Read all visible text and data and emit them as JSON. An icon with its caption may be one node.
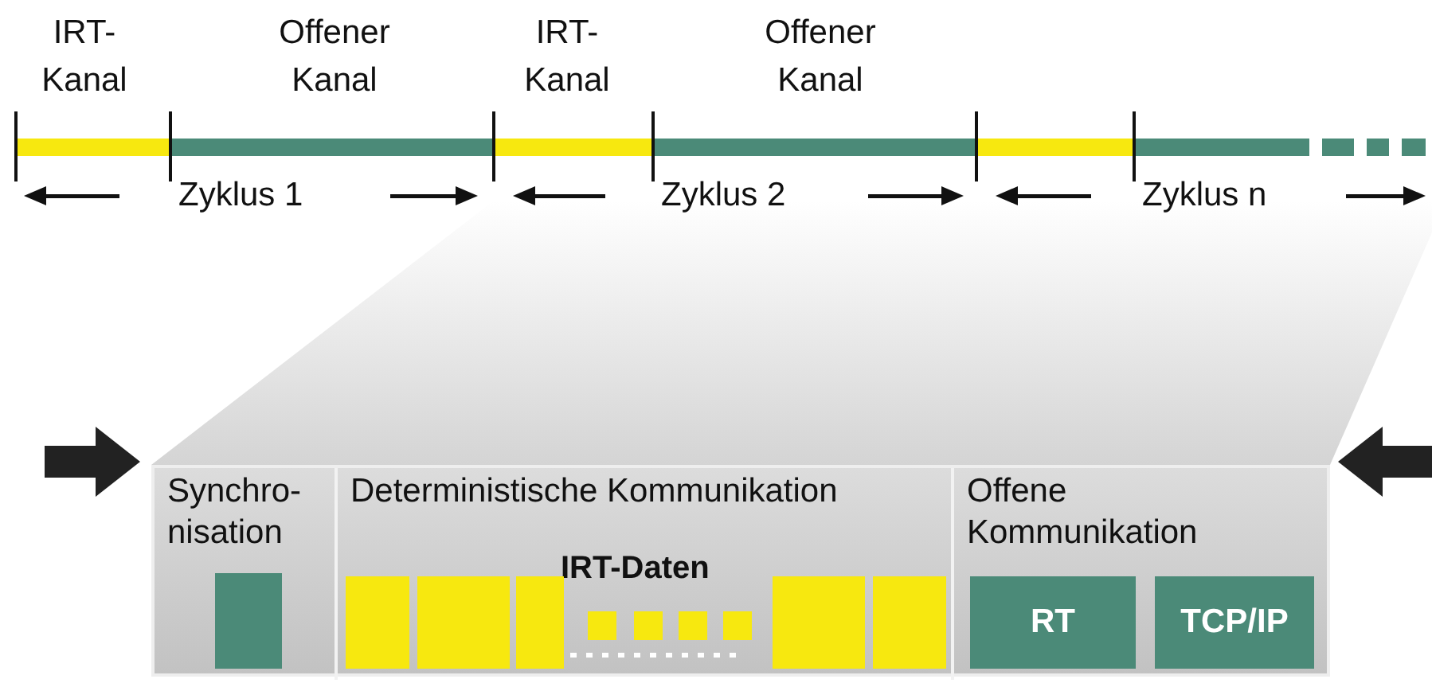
{
  "diagram": {
    "nodes": [
      {
        "text": [],
        "shape": "box"
      },
      {
        "text": [
          "Synchro-nisation"
        ],
        "in": 0
      },
      {
        "text": [],
        "shape": "box",
        "in": 1
      },
      {
        "text": [
          "Deterministische Kommunikation",
          "IRT-Daten"
        ],
        "in": 0
      },
      {
        "text": [],
        "shape": "box",
        "in": 3
      },
      {
        "text": [],
        "shape": "box",
        "in": 3
      },
      {
        "text": [],
        "shape": "box",
        "in": 3
      },
      {
        "text": [],
        "shape": "box",
        "in": 3
      },
      {
        "text": [],
        "shape": "box",
        "in": 3
      },
      {
        "text": [],
        "shape": "box",
        "in": 3
      },
      {
        "text": [],
        "shape": "box",
        "in": 3
      },
      {
        "text": [],
        "shape": "box",
        "in": 3
      },
      {
        "text": [],
        "shape": "box",
        "in": 3
      },
      {
        "text": [
          "Offene Kommunikation"
        ],
        "in": 0
      },
      {
        "text": [
          "RT"
        ],
        "in": 13
      },
      {
        "text": [
          "TCP/IP"
        ],
        "in": 13
      }
    ],
    "labels": [
      "IRT-Kanal",
      "Offener Kanal",
      "IRT-Kanal",
      "Offener Kanal",
      "Zyklus 1",
      "Zyklus 2",
      "Zyklus n"
    ]
  }
}
